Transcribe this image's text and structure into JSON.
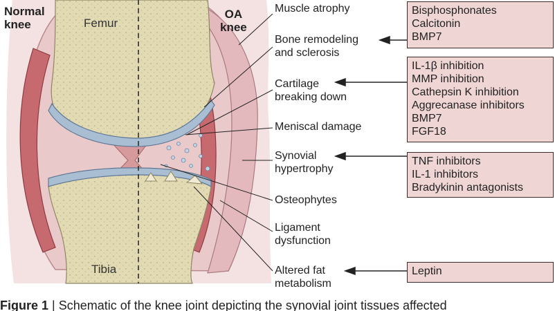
{
  "tags": {
    "normal_knee": [
      "Normal",
      "knee"
    ],
    "oa_knee": [
      "OA",
      "knee"
    ]
  },
  "bones": {
    "femur": "Femur",
    "tibia": "Tibia"
  },
  "labels": {
    "muscle_atrophy": [
      "Muscle atrophy"
    ],
    "bone_remodeling": [
      "Bone remodeling",
      "and sclerosis"
    ],
    "cartilage": [
      "Cartilage",
      "breaking down"
    ],
    "meniscal": [
      "Meniscal damage"
    ],
    "synovial": [
      "Synovial",
      "hypertrophy"
    ],
    "osteophytes": [
      "Osteophytes"
    ],
    "ligament": [
      "Ligament",
      "dysfunction"
    ],
    "fat": [
      "Altered fat",
      "metabolism"
    ]
  },
  "boxes": {
    "bone_drugs": [
      "Bisphosphonates",
      "Calcitonin",
      "BMP7"
    ],
    "cartilage_drugs": [
      "IL-1β inhibition",
      "MMP inhibition",
      "Cathepsin K inhibition",
      "Aggrecanase inhibitors",
      "BMP7",
      "FGF18"
    ],
    "synovial_drugs": [
      "TNF inhibitors",
      "IL-1 inhibitors",
      "Bradykinin antagonists"
    ],
    "fat_drugs": [
      "Leptin"
    ]
  },
  "caption": {
    "figure_label": "Figure 1",
    "text": " | Schematic of the knee joint depicting the synovial joint tissues affected"
  },
  "colors": {
    "soft_tissue": "#f2dddd",
    "capsule": "#e8c4c6",
    "muscle": "#c96a6e",
    "bone": "#e3dcb7",
    "cartilage": "#a8bdd2",
    "box_fill": "#efd5d3"
  }
}
